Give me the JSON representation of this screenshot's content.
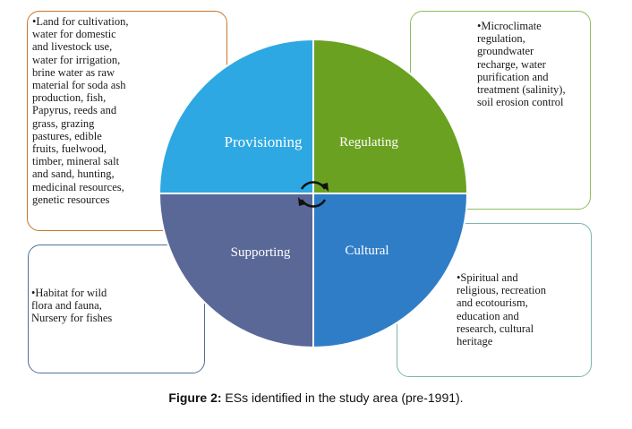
{
  "quadrants": {
    "provisioning": {
      "label": "Provisioning",
      "color": "#2ea8e2"
    },
    "regulating": {
      "label": "Regulating",
      "color": "#6aa121"
    },
    "supporting": {
      "label": "Supporting",
      "color": "#5a6898"
    },
    "cultural": {
      "label": "Cultural",
      "color": "#2f7dc7"
    }
  },
  "boxes": {
    "provisioning": "•Land for cultivation,\nwater for domestic\nand livestock use,\nwater for irrigation,\nbrine water as raw\nmaterial for soda ash\nproduction, fish,\nPapyrus, reeds and\ngrass, grazing\npastures, edible\nfruits, fuelwood,\ntimber, mineral salt\nand sand, hunting,\nmedicinal resources,\ngenetic resources",
    "regulating": "•Microclimate\nregulation,\ngroundwater\nrecharge, water\npurification and\ntreatment (salinity),\nsoil erosion control",
    "supporting": "•Habitat for wild\nflora and fauna,\nNursery for fishes",
    "cultural": "•Spiritual and\nreligious, recreation\nand ecotourism,\neducation and\nresearch, cultural\nheritage"
  },
  "caption": {
    "label": "Figure 2:",
    "text": " ESs identified in the study area (pre-1991)."
  }
}
